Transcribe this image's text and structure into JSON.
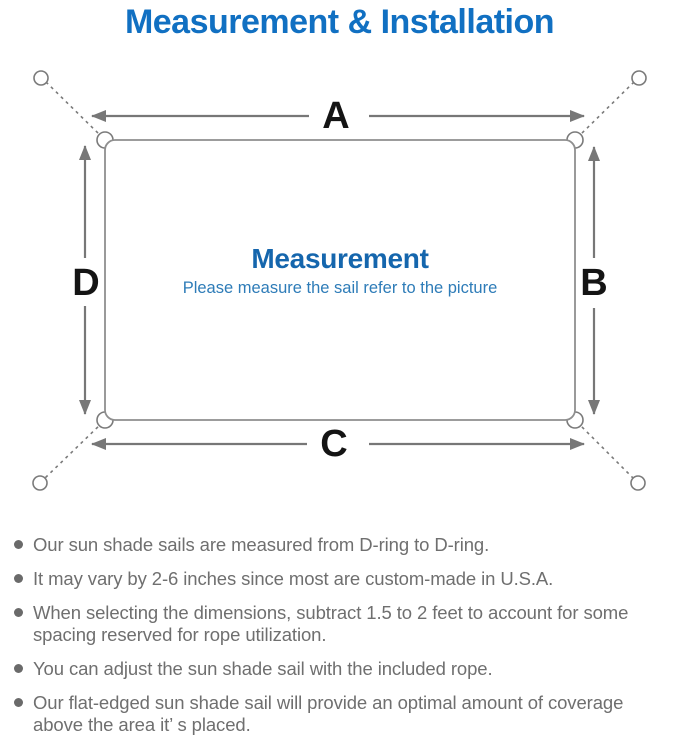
{
  "title": "Measurement & Installation",
  "colors": {
    "title_blue": "#1170c2",
    "center_heading_blue": "#1566ad",
    "center_subtitle_blue": "#2e7cb8",
    "diagram_line_gray": "#7a7a7a",
    "note_text_gray": "#6f6f6f"
  },
  "diagram": {
    "labels": {
      "top": "A",
      "right": "B",
      "bottom": "C",
      "left": "D"
    },
    "center_heading": "Measurement",
    "center_subtitle": "Please measure the sail refer to the picture"
  },
  "notes": [
    {
      "text": "Our sun shade sails are measured from D-ring to D-ring."
    },
    {
      "text": "It may vary by 2-6 inches since most are custom-made in U.S.A."
    },
    {
      "text": "When selecting the dimensions, subtract 1.5 to 2 feet to account for some spacing reserved for rope utilization."
    },
    {
      "text": "You can adjust the sun shade sail with the included rope."
    },
    {
      "text": "Our flat-edged sun shade sail will provide an optimal amount of coverage above the area it’ s placed."
    }
  ]
}
